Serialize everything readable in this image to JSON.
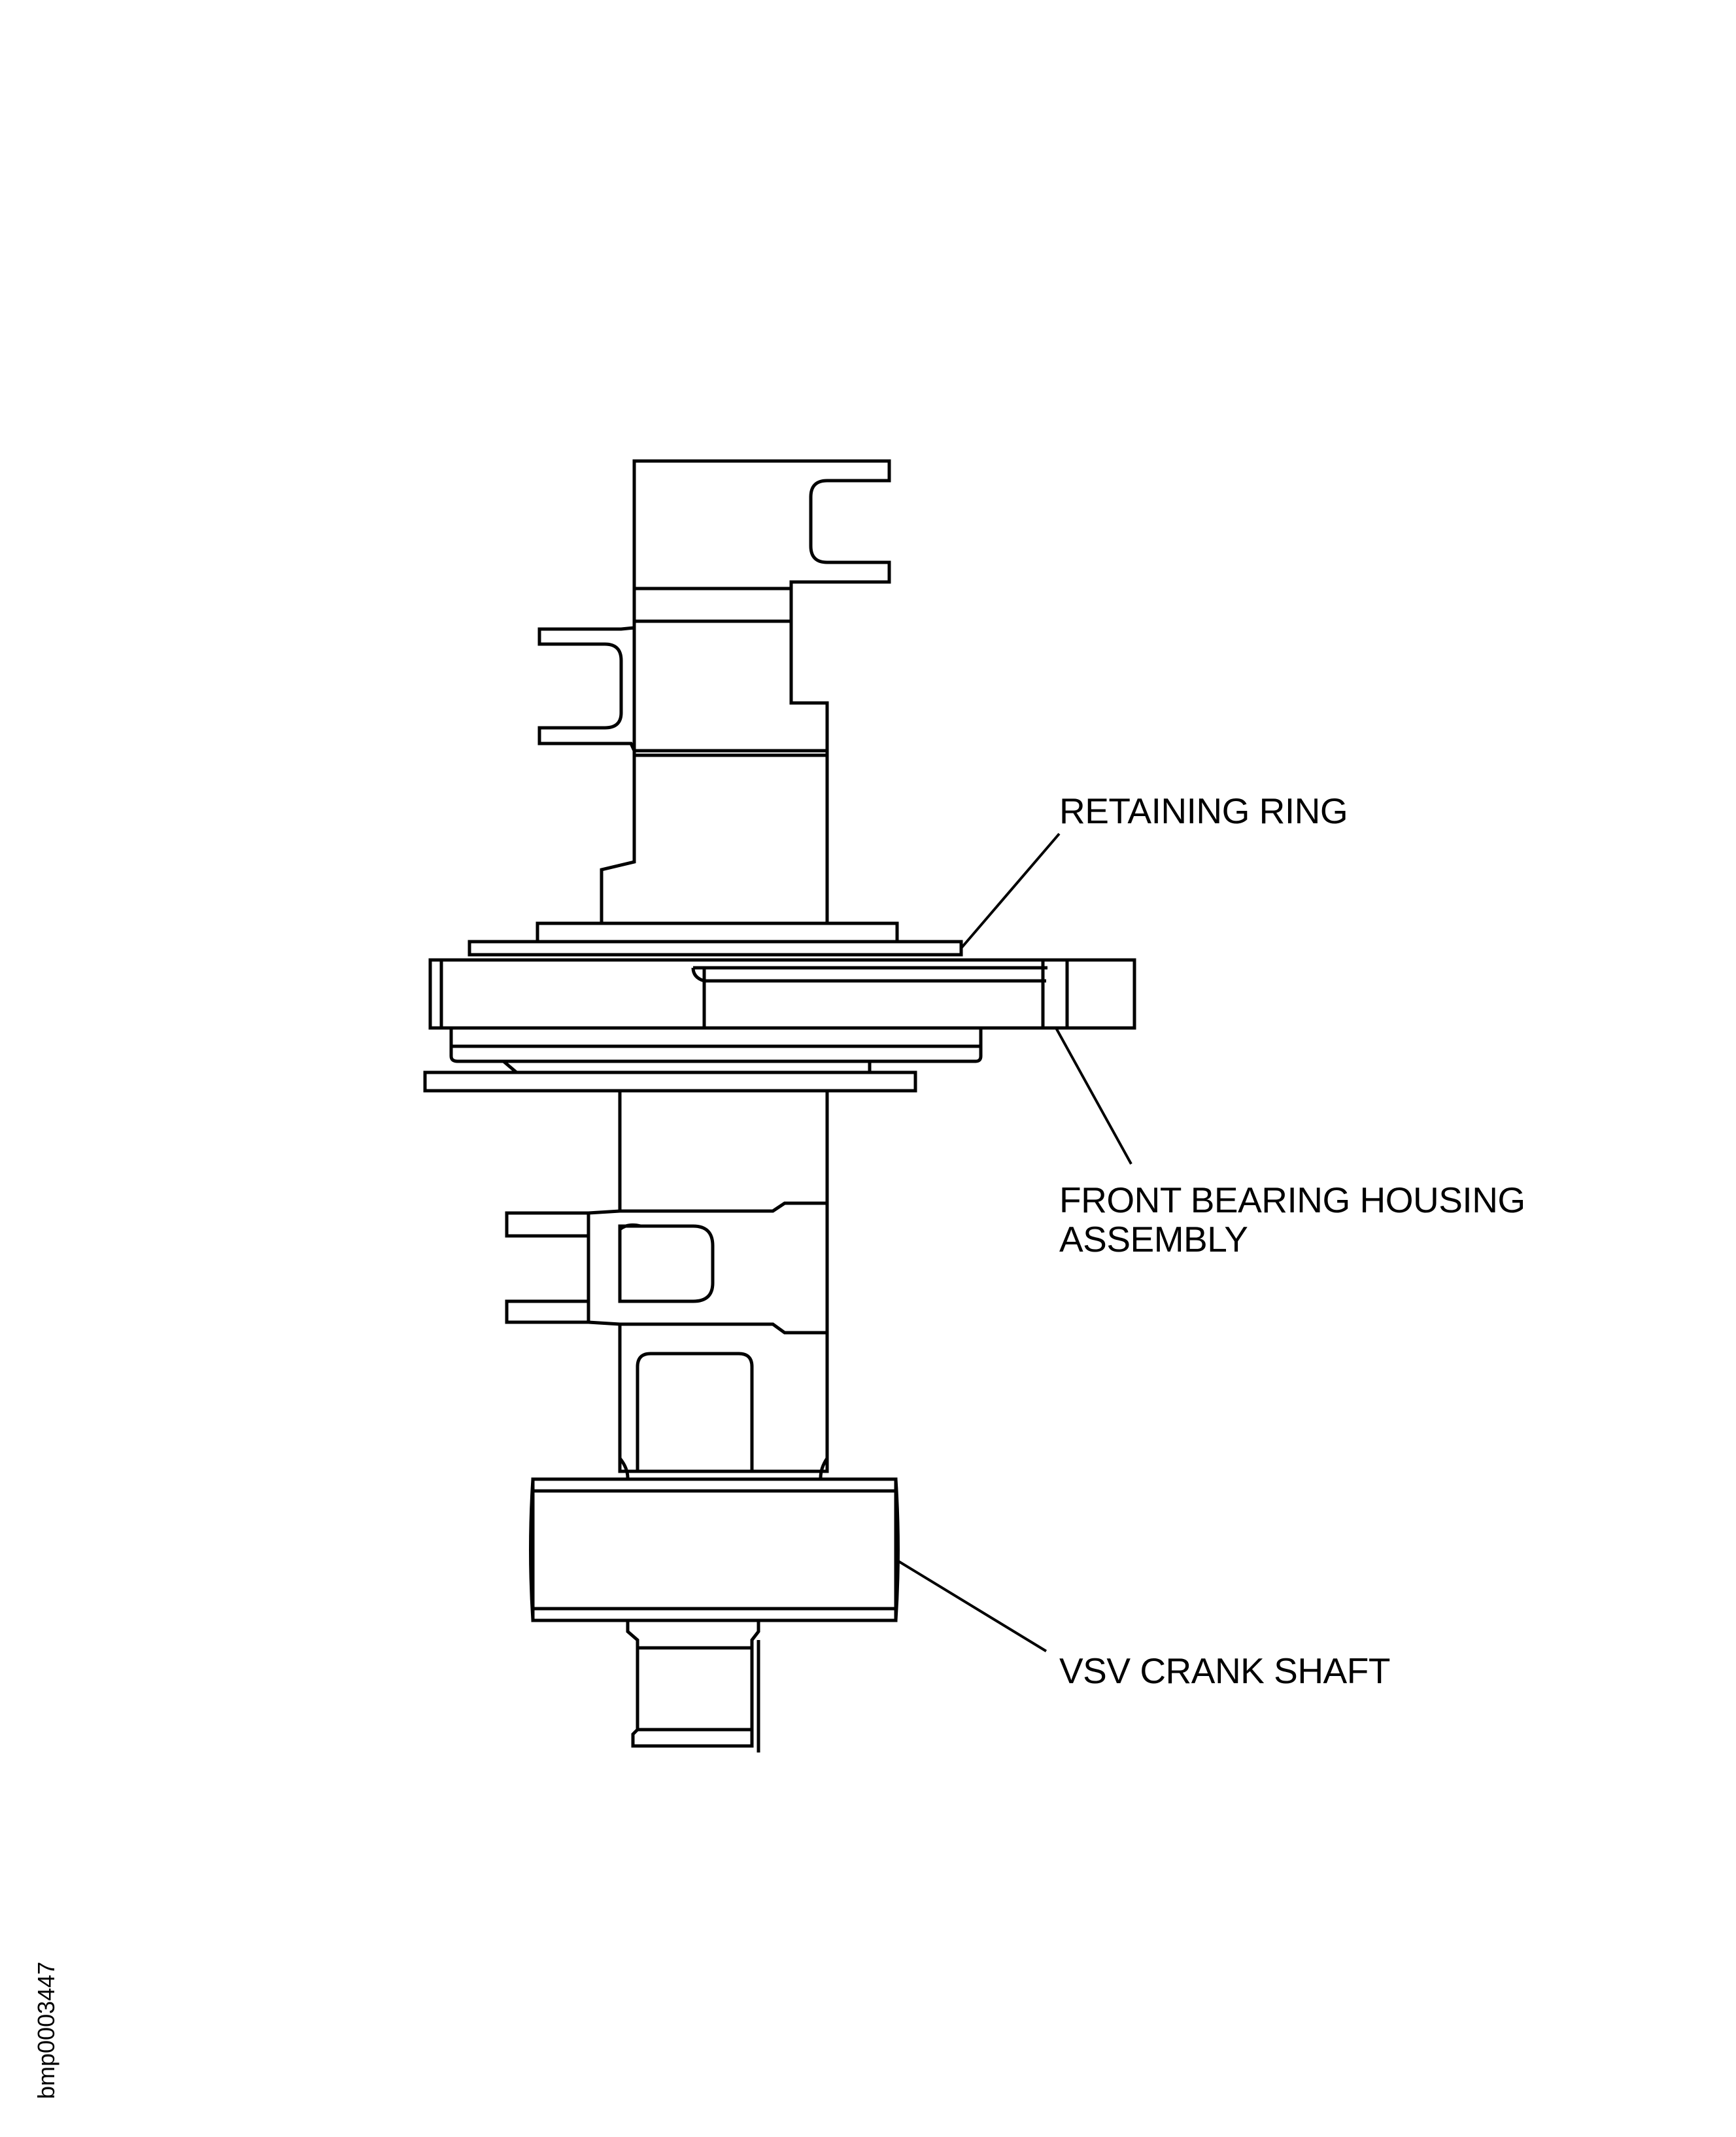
{
  "diagram": {
    "callouts": {
      "retaining_ring": "RETAINING RING",
      "front_bearing_housing_line1": "FRONT BEARING HOUSING",
      "front_bearing_housing_line2": "ASSEMBLY",
      "vsv_crank_shaft": "VSV CRANK SHAFT"
    },
    "figure_id": "bmp0003447",
    "colors": {
      "line": "#000000",
      "background": "#ffffff"
    }
  }
}
